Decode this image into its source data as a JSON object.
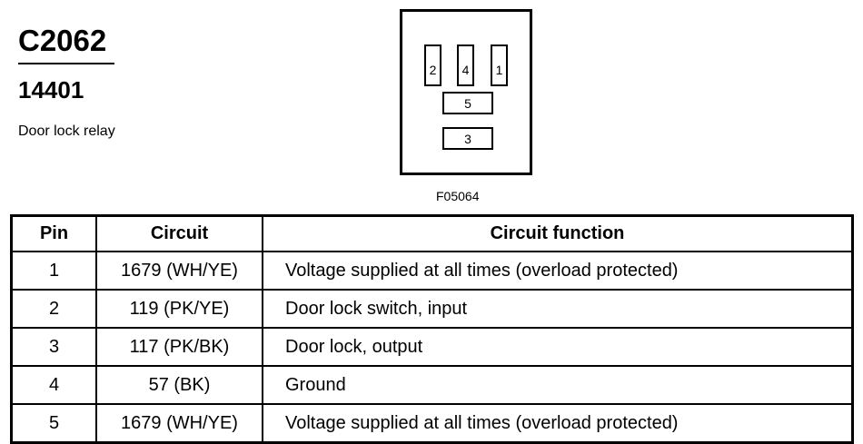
{
  "header": {
    "connector_id": "C2062",
    "part_number": "14401",
    "description": "Door lock relay"
  },
  "connector_face": {
    "cavities": [
      "2",
      "4",
      "1",
      "5",
      "3"
    ],
    "figure_code": "F05064"
  },
  "table": {
    "columns": [
      "Pin",
      "Circuit",
      "Circuit function"
    ],
    "rows": [
      {
        "pin": "1",
        "circuit": "1679 (WH/YE)",
        "function": "Voltage supplied at all times (overload protected)"
      },
      {
        "pin": "2",
        "circuit": "119 (PK/YE)",
        "function": "Door lock switch, input"
      },
      {
        "pin": "3",
        "circuit": "117 (PK/BK)",
        "function": "Door lock, output"
      },
      {
        "pin": "4",
        "circuit": "57 (BK)",
        "function": "Ground"
      },
      {
        "pin": "5",
        "circuit": "1679 (WH/YE)",
        "function": "Voltage supplied at all times (overload protected)"
      }
    ]
  }
}
